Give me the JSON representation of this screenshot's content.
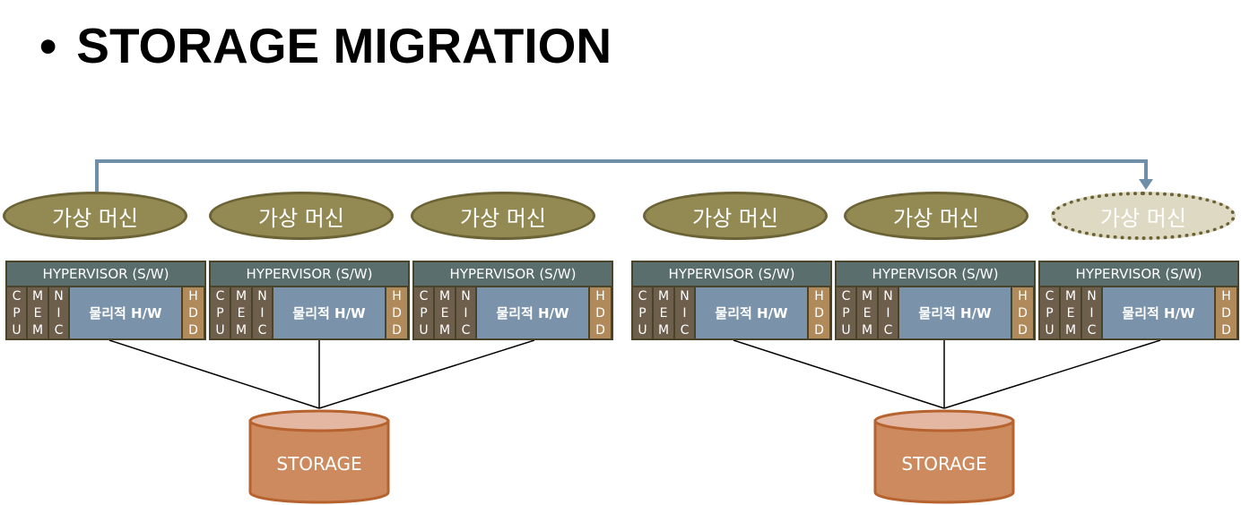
{
  "title": {
    "bullet": "•",
    "text": "STORAGE MIGRATION"
  },
  "vms": [
    {
      "label": "가상 머신",
      "style": "normal"
    },
    {
      "label": "가상 머신",
      "style": "normal"
    },
    {
      "label": "가상 머신",
      "style": "normal"
    },
    {
      "label": "가상 머신",
      "style": "normal"
    },
    {
      "label": "가상 머신",
      "style": "normal"
    },
    {
      "label": "가상 머신",
      "style": "migrated"
    }
  ],
  "servers": [
    {
      "hypervisor": "HYPERVISOR (S/W)",
      "cpu": [
        "C",
        "P",
        "U"
      ],
      "mem": [
        "M",
        "E",
        "M"
      ],
      "nic": [
        "N",
        "I",
        "C"
      ],
      "hw": "물리적 H/W",
      "hdd": [
        "H",
        "D",
        "D"
      ]
    },
    {
      "hypervisor": "HYPERVISOR (S/W)",
      "cpu": [
        "C",
        "P",
        "U"
      ],
      "mem": [
        "M",
        "E",
        "M"
      ],
      "nic": [
        "N",
        "I",
        "C"
      ],
      "hw": "물리적 H/W",
      "hdd": [
        "H",
        "D",
        "D"
      ]
    },
    {
      "hypervisor": "HYPERVISOR (S/W)",
      "cpu": [
        "C",
        "P",
        "U"
      ],
      "mem": [
        "M",
        "E",
        "M"
      ],
      "nic": [
        "N",
        "I",
        "C"
      ],
      "hw": "물리적 H/W",
      "hdd": [
        "H",
        "D",
        "D"
      ]
    },
    {
      "hypervisor": "HYPERVISOR (S/W)",
      "cpu": [
        "C",
        "P",
        "U"
      ],
      "mem": [
        "M",
        "E",
        "M"
      ],
      "nic": [
        "N",
        "I",
        "C"
      ],
      "hw": "물리적 H/W",
      "hdd": [
        "H",
        "D",
        "D"
      ]
    },
    {
      "hypervisor": "HYPERVISOR (S/W)",
      "cpu": [
        "C",
        "P",
        "U"
      ],
      "mem": [
        "M",
        "E",
        "M"
      ],
      "nic": [
        "N",
        "I",
        "C"
      ],
      "hw": "물리적 H/W",
      "hdd": [
        "H",
        "D",
        "D"
      ]
    },
    {
      "hypervisor": "HYPERVISOR (S/W)",
      "cpu": [
        "C",
        "P",
        "U"
      ],
      "mem": [
        "M",
        "E",
        "M"
      ],
      "nic": [
        "N",
        "I",
        "C"
      ],
      "hw": "물리적 H/W",
      "hdd": [
        "H",
        "D",
        "D"
      ]
    }
  ],
  "storages": [
    {
      "label": "STORAGE"
    },
    {
      "label": "STORAGE"
    }
  ],
  "colors": {
    "vm_fill": "#938953",
    "vm_migrated_fill": "#ddd9c3",
    "hypervisor": "#5b6e6e",
    "hardware": "#7a93aa",
    "chip": "#6e5e4c",
    "hdd": "#b08a5a",
    "storage": "#cd8a5e",
    "migration_arrow": "#6f8fa8"
  }
}
